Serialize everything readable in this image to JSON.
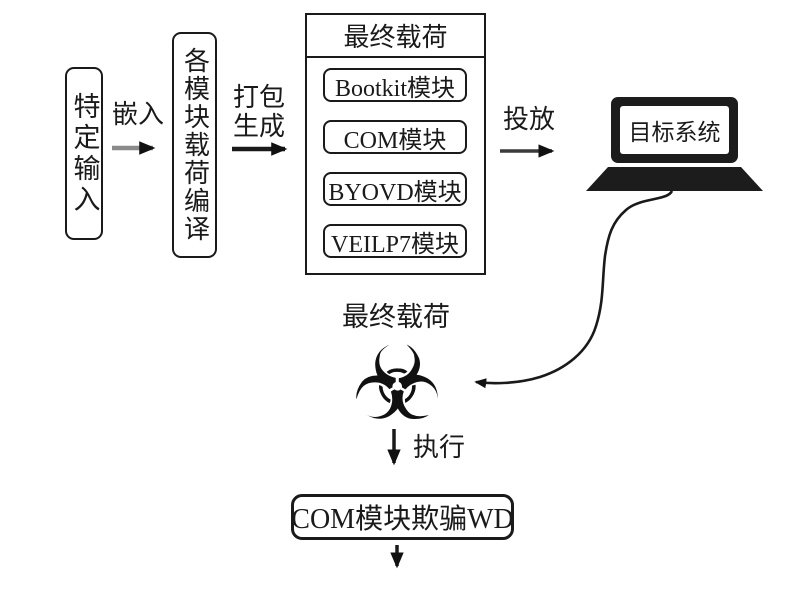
{
  "colors": {
    "ink": "#1a1a1a",
    "gray_arrow_shaft": "#8a8a8a",
    "background": "#ffffff"
  },
  "nodes": {
    "specific_input": "特定输入",
    "module_compile": "各模块载荷编译",
    "final_payload_title": "最终载荷",
    "modules": [
      "Bootkit模块",
      "COM模块",
      "BYOVD模块",
      "VEILP7模块"
    ],
    "target_system": "目标系统",
    "final_payload_label": "最终载荷",
    "wd_deceive": "COM模块欺骗WD"
  },
  "labels": {
    "embed": "嵌入",
    "package_line1": "打包",
    "package_line2": "生成",
    "deploy": "投放",
    "execute": "执行"
  },
  "icons": {
    "biohazard": "☣"
  }
}
